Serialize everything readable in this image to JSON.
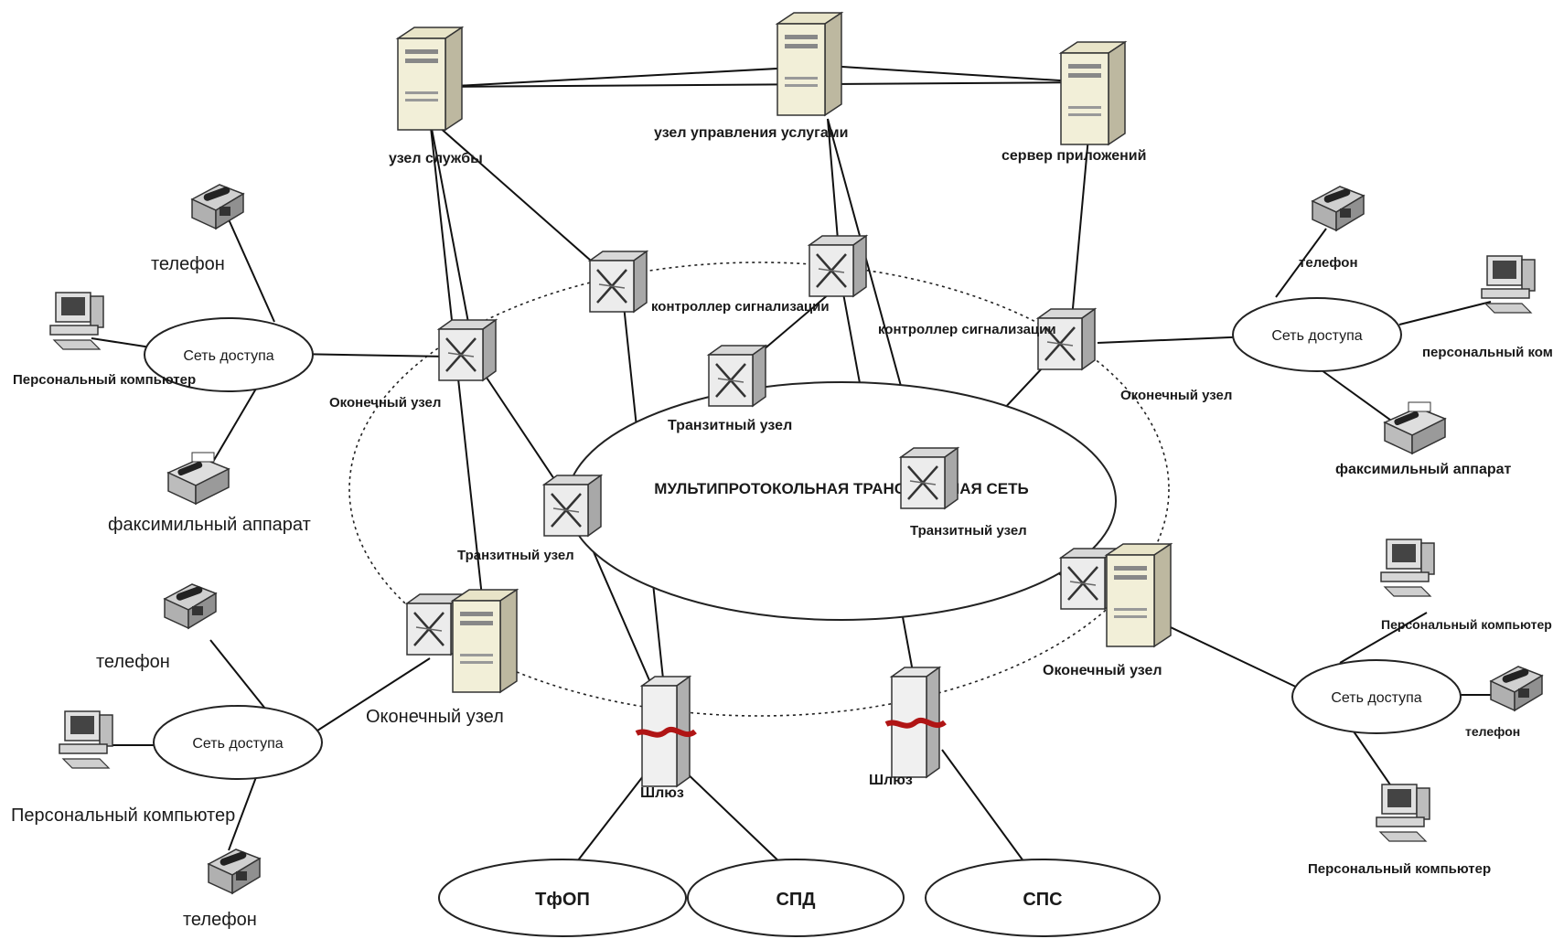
{
  "servers": {
    "services_node": "узел  службы",
    "service_control_node": "узел управления услугами",
    "app_server": "сервер приложений"
  },
  "center_network": "МУЛЬТИПРОТОКОЛЬНАЯ ТРАНСПОРТНАЯ СЕТЬ",
  "signal_controller_1": "контроллер сигнализации",
  "signal_controller_2": "контроллер сигнализации",
  "transit_node_top": "Транзитный узел",
  "transit_node_left": "Транзитный узел",
  "transit_node_right": "Транзитный узел",
  "end_node_left": "Оконечный узел",
  "end_node_right": "Оконечный узел",
  "end_node_bottom_left": "Оконечный узел",
  "end_node_bottom_right": "Оконечный узел",
  "gateway_left": "Шлюз",
  "gateway_right": "Шлюз",
  "networks": {
    "tfop": "ТфОП",
    "spd": "СПД",
    "sps": "СПС"
  },
  "access_nets": {
    "left_top": "Сеть доступа",
    "right_top": "Сеть доступа",
    "left_bottom": "Сеть доступа",
    "right_bottom": "Сеть доступа"
  },
  "devices": {
    "lt_phone": "телефон",
    "lt_pc": "Персональный компьютер",
    "lt_fax": "факсимильный аппарат",
    "rt_phone": "телефон",
    "rt_pc": "персональный компьютер",
    "rt_fax": "факсимильный аппарат",
    "lb_phone_top": "телефон",
    "lb_pc": "Персональный компьютер",
    "lb_phone_bottom": "телефон",
    "rb_pc_top": "Персональный компьютер",
    "rb_phone": "телефон",
    "rb_pc_bottom": "Персональный компьютер"
  },
  "colors": {
    "server_body": "#f2efd8",
    "device_gray": "#cfcfcf",
    "gateway_wave": "#b01515"
  }
}
